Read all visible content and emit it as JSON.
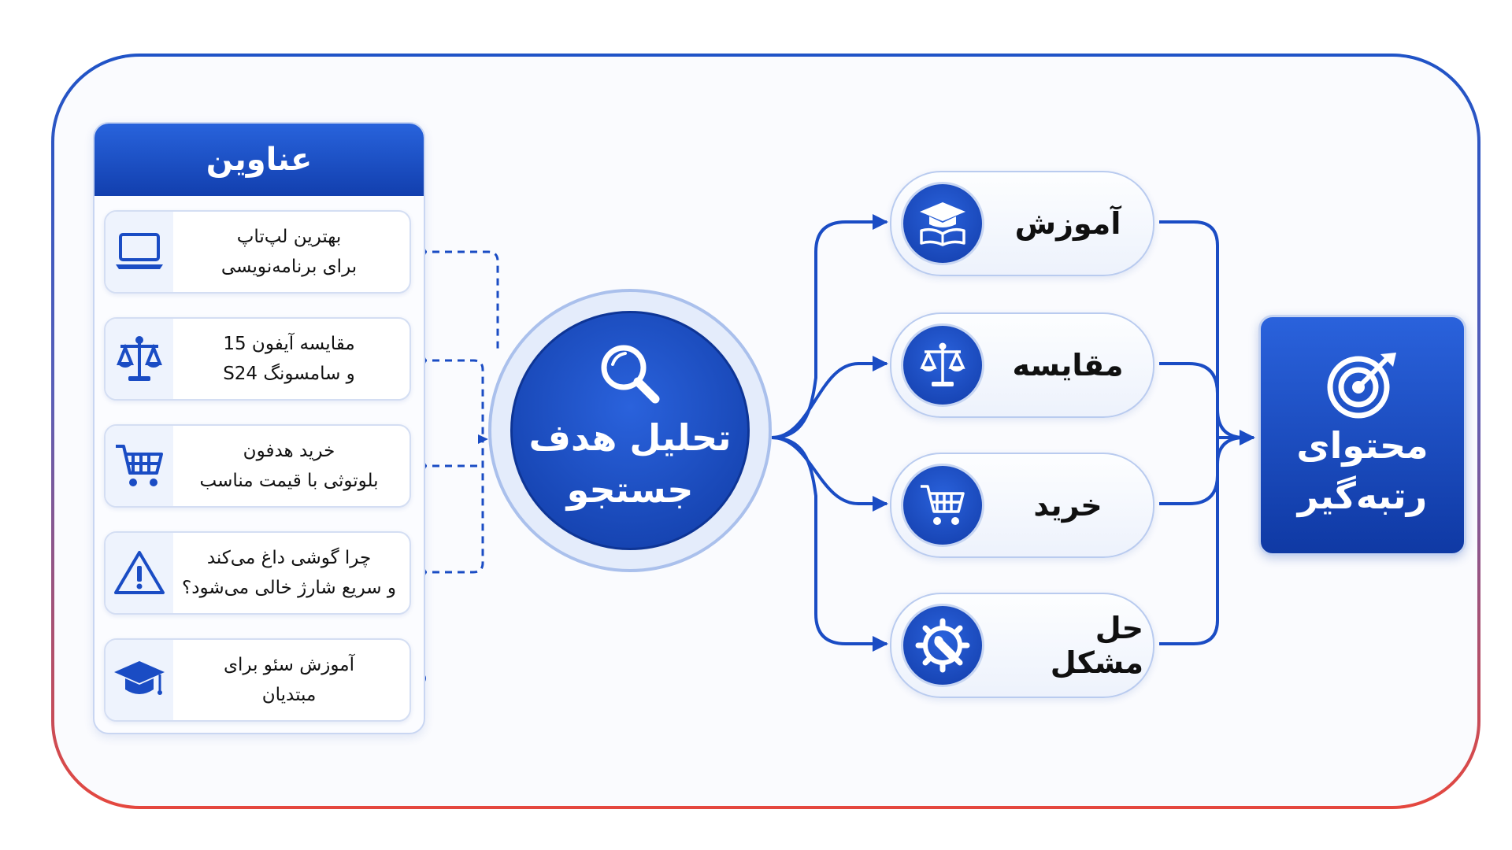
{
  "panel": {
    "header": "عناوین",
    "items": [
      {
        "line1": "بهترین لپ‌تاپ",
        "line2": "برای برنامه‌نویسی",
        "icon": "laptop-icon"
      },
      {
        "line1": "مقایسه آیفون 15",
        "line2": "و سامسونگ S24",
        "icon": "scales-icon"
      },
      {
        "line1": "خرید هدفون",
        "line2": "بلوتوثی با قیمت مناسب",
        "icon": "cart-icon"
      },
      {
        "line1": "چرا گوشی داغ می‌کند",
        "line2": "و سریع شارژ خالی می‌شود؟",
        "icon": "warning-icon"
      },
      {
        "line1": "آموزش سئو برای",
        "line2": "مبتدیان",
        "icon": "graduation-cap-icon"
      }
    ]
  },
  "hub": {
    "line1": "تحلیل هدف",
    "line2": "جستجو",
    "icon": "search-icon"
  },
  "intents": [
    {
      "label": "آموزش",
      "icon": "graduation-cap-icon"
    },
    {
      "label": "مقایسه",
      "icon": "scales-icon"
    },
    {
      "label": "خرید",
      "icon": "cart-icon"
    },
    {
      "label": "حل مشکل",
      "icon": "gear-wrench-icon"
    }
  ],
  "result": {
    "line1": "محتوای",
    "line2": "رتبه‌گیر",
    "icon": "target-icon"
  },
  "colors": {
    "primary": "#1a4cc4",
    "primary_dark": "#0f39a4",
    "frame_top": "#1f53c7",
    "frame_bottom": "#e5473e",
    "text": "#111111"
  }
}
